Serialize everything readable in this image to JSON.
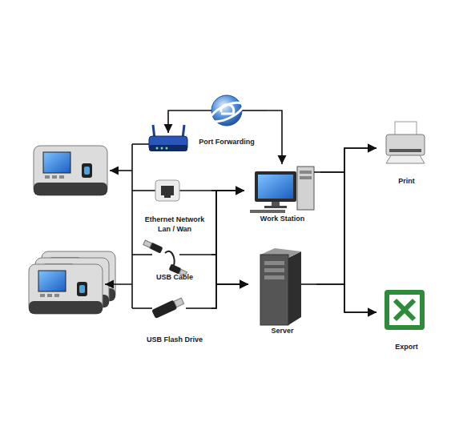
{
  "diagram": {
    "nodes": [
      {
        "text": [
          "Port Forwarding"
        ]
      },
      {
        "text": [
          "Ethernet Network Lan / Wan"
        ]
      },
      {
        "text": [
          "USB Cable"
        ]
      },
      {
        "text": [
          "USB Flash Drive"
        ]
      },
      {
        "text": [
          "Work Station"
        ]
      },
      {
        "text": [
          "Server"
        ]
      },
      {
        "text": [
          "Print"
        ]
      },
      {
        "text": [
          "Export"
        ]
      }
    ],
    "edges": [
      {
        "from": 0,
        "to": 4,
        "arrow": "to"
      },
      {
        "from": 1,
        "to": 4,
        "arrow": "to"
      },
      {
        "from": 1,
        "to": 5,
        "arrow": "to"
      },
      {
        "from": 2,
        "to": 4,
        "arrow": "to"
      },
      {
        "from": 2,
        "to": 5,
        "arrow": "to"
      },
      {
        "from": 3,
        "to": 4,
        "arrow": "to"
      },
      {
        "from": 3,
        "to": 5,
        "arrow": "to"
      },
      {
        "from": 4,
        "to": 6,
        "arrow": "to"
      },
      {
        "from": 4,
        "to": 7,
        "arrow": "to"
      },
      {
        "from": 5,
        "to": 6,
        "arrow": "to"
      },
      {
        "from": 5,
        "to": 7,
        "arrow": "to"
      }
    ]
  }
}
